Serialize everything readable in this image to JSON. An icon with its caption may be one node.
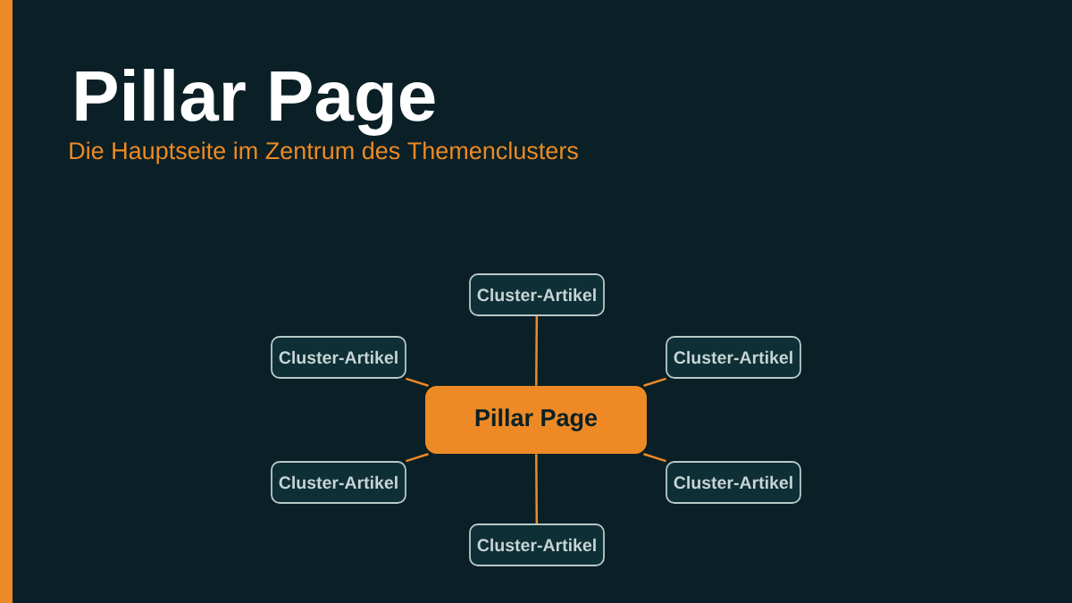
{
  "diagram": {
    "title": "Pillar Page",
    "nodes": [
      {
        "text": [
          "Cluster-Artikel"
        ]
      },
      {
        "text": [
          "Cluster-Artikel"
        ]
      },
      {
        "text": [
          "Cluster-Artikel"
        ]
      },
      {
        "text": [
          "Pillar Page"
        ]
      },
      {
        "text": [
          "Cluster-Artikel"
        ]
      },
      {
        "text": [
          "Cluster-Artikel"
        ]
      },
      {
        "text": [
          "Cluster-Artikel"
        ]
      }
    ],
    "edges": [
      {
        "from": 3,
        "to": 0,
        "arrow": "none"
      },
      {
        "from": 3,
        "to": 1,
        "arrow": "none"
      },
      {
        "from": 3,
        "to": 2,
        "arrow": "none"
      },
      {
        "from": 3,
        "to": 4,
        "arrow": "none"
      },
      {
        "from": 3,
        "to": 5,
        "arrow": "none"
      },
      {
        "from": 3,
        "to": 6,
        "arrow": "none"
      }
    ],
    "labels": [
      "Die Hauptseite im Zentrum des Themenclusters"
    ]
  }
}
